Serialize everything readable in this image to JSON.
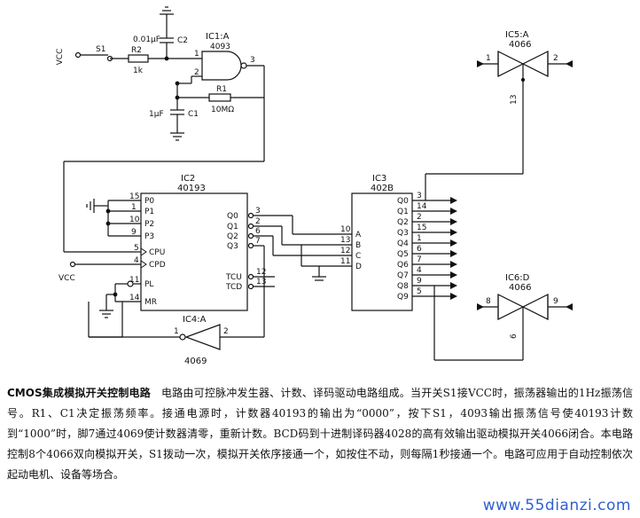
{
  "diagram": {
    "vcc_label": "VCC",
    "s1_label": "S1",
    "r2_label": "R2",
    "r2_value": "1k",
    "c2_value": "0.01μF",
    "c2_label": "C2",
    "ic1_label": "IC1:A",
    "ic1_part": "4093",
    "r1_label": "R1",
    "r1_value": "10MΩ",
    "c1_value": "1μF",
    "c1_label": "C1",
    "ic2_label": "IC2",
    "ic2_part": "40193",
    "ic3_label": "IC3",
    "ic3_part": "402B",
    "ic4_label": "IC4:A",
    "ic4_part": "4069",
    "ic5_label": "IC5:A",
    "ic5_part": "4066",
    "ic6_label": "IC6:D",
    "ic6_part": "4066",
    "ic2_left_pins": [
      "P0",
      "P1",
      "P2",
      "P3",
      "CPU",
      "CPD",
      "PL",
      "MR"
    ],
    "ic2_left_pin_nums": [
      "15",
      "1",
      "10",
      "9",
      "5",
      "4",
      "11",
      "14"
    ],
    "ic2_right_pins": [
      "Q0",
      "Q1",
      "Q2",
      "Q3",
      "TCU",
      "TCD"
    ],
    "ic2_right_pin_nums": [
      "3",
      "2",
      "6",
      "7",
      "12",
      "13"
    ],
    "ic3_left_pins": [
      "A",
      "B",
      "C",
      "D"
    ],
    "ic3_left_pin_nums": [
      "10",
      "13",
      "12",
      "11"
    ],
    "ic3_right_pins": [
      "Q0",
      "Q1",
      "Q2",
      "Q3",
      "Q4",
      "Q5",
      "Q6",
      "Q7",
      "Q8",
      "Q9"
    ],
    "ic3_right_pin_nums": [
      "3",
      "14",
      "2",
      "15",
      "1",
      "6",
      "7",
      "4",
      "9",
      "5"
    ],
    "pin_numbers": {
      "ic1_in1": "1",
      "ic1_in2": "2",
      "ic1_out": "3",
      "ic4_in": "2",
      "ic4_out": "1",
      "ic5_left": "1",
      "ic5_right": "2",
      "ic5_ctrl": "13",
      "ic6_left": "8",
      "ic6_right": "9",
      "ic6_ctrl": "6"
    }
  },
  "caption": {
    "title": "CMOS集成模拟开关控制电路",
    "body": "电路由可控脉冲发生器、计数、译码驱动电路组成。当开关S1接VCC时，振荡器输出的1Hz振荡信号。R1、C1决定振荡频率。接通电源时，计数器40193的输出为“0000”，按下S1，4093输出振荡信号使40193计数到“1000”时，脚7通过4069使计数器清零，重新计数。BCD码到十进制译码器4028的高有效输出驱动模拟开关4066闭合。本电路控制8个4066双向模拟开关，S1拨动一次，模拟开关依序接通一个，如按住不动，则每隔1秒接通一个。电路可应用于自动控制依次起动电机、设备等场合。"
  },
  "watermark": "www.55dianzi.com"
}
